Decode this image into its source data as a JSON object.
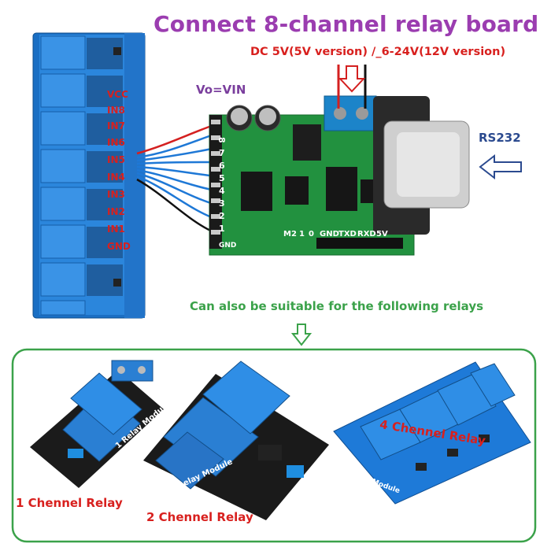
{
  "title": "Connect 8-channel relay board",
  "power_label": "DC 5V(5V version) /_6-24V(12V version)",
  "vo_label": "Vo=VIN",
  "rs232_label": "RS232",
  "pin_labels": [
    "VCC",
    "IN8",
    "IN7",
    "IN6",
    "IN5",
    "IN4",
    "IN3",
    "IN2",
    "IN1",
    "GND"
  ],
  "controller_pins": [
    "8",
    "7",
    "6",
    "5",
    "4",
    "3",
    "2",
    "1",
    "GND"
  ],
  "serial_header": [
    "M2",
    "1",
    "0",
    "GND",
    "TXD",
    "RXD",
    "5V"
  ],
  "suitable_text": "Can also be suitable for the following relays",
  "relays": [
    {
      "caption": "1 Chennel Relay",
      "module_text": "1 Relay Module"
    },
    {
      "caption": "2 Chennel Relay",
      "module_text": "2 Relay Module"
    },
    {
      "caption": "4 Chennel Relay",
      "module_text": "4 Relay Module"
    }
  ],
  "colors": {
    "title": "#9b3db0",
    "power": "#d8201e",
    "relay_blue": "#2f7fd8",
    "pcb_green": "#1f8a3a",
    "accent_green": "#3ba24a",
    "rs_arrow": "#2b4a8f"
  },
  "icons": [
    "down-arrow-icon",
    "left-arrow-icon",
    "down-arrow-outline-icon"
  ]
}
